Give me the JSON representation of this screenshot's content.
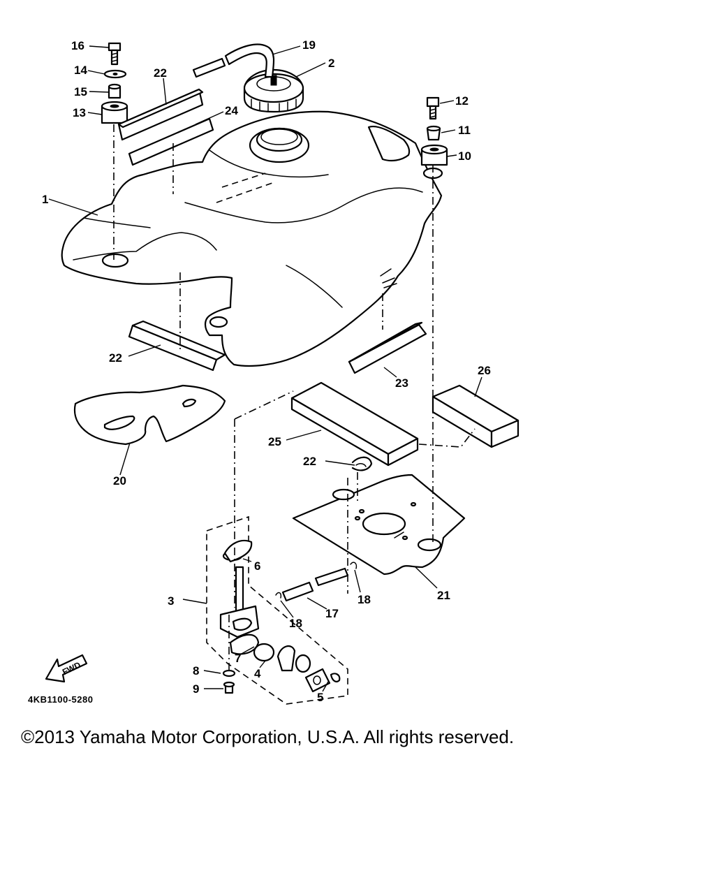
{
  "diagram_code": "4KB1100-5280",
  "fwd_label": "FWD",
  "copyright": "©2013 Yamaha Motor Corporation, U.S.A. All rights reserved.",
  "callouts": [
    {
      "id": "c1",
      "label": "1"
    },
    {
      "id": "c2",
      "label": "2"
    },
    {
      "id": "c3",
      "label": "3"
    },
    {
      "id": "c4",
      "label": "4"
    },
    {
      "id": "c5",
      "label": "5"
    },
    {
      "id": "c6",
      "label": "6"
    },
    {
      "id": "c7",
      "label": "7"
    },
    {
      "id": "c8",
      "label": "8"
    },
    {
      "id": "c9",
      "label": "9"
    },
    {
      "id": "c10",
      "label": "10"
    },
    {
      "id": "c11",
      "label": "11"
    },
    {
      "id": "c12",
      "label": "12"
    },
    {
      "id": "c13",
      "label": "13"
    },
    {
      "id": "c14",
      "label": "14"
    },
    {
      "id": "c15",
      "label": "15"
    },
    {
      "id": "c16",
      "label": "16"
    },
    {
      "id": "c17",
      "label": "17"
    },
    {
      "id": "c18a",
      "label": "18"
    },
    {
      "id": "c18b",
      "label": "18"
    },
    {
      "id": "c19",
      "label": "19"
    },
    {
      "id": "c20",
      "label": "20"
    },
    {
      "id": "c21",
      "label": "21"
    },
    {
      "id": "c22a",
      "label": "22"
    },
    {
      "id": "c22b",
      "label": "22"
    },
    {
      "id": "c22c",
      "label": "22"
    },
    {
      "id": "c23",
      "label": "23"
    },
    {
      "id": "c24",
      "label": "24"
    },
    {
      "id": "c25",
      "label": "25"
    },
    {
      "id": "c26",
      "label": "26"
    }
  ]
}
